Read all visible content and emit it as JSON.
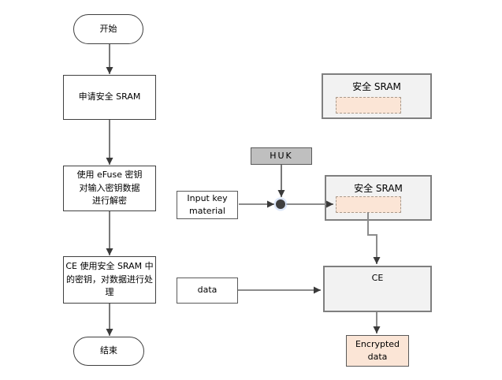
{
  "diagram": {
    "flow": {
      "start": "开始",
      "request_sram": "申请安全 SRAM",
      "decrypt": "使用 eFuse 密钥\n对输入密钥数据\n进行解密",
      "process": "CE 使用安全 SRAM 中\n的密钥，对数据进行处\n理",
      "end": "结束"
    },
    "right": {
      "sram_top_title": "安全 SRAM",
      "huk": "HUK",
      "input_key": "Input key\nmaterial",
      "sram_mid_title": "安全 SRAM",
      "ce": "CE",
      "data": "data",
      "encrypted": "Encrypted\ndata"
    },
    "colors": {
      "peach_fill": "#fbe5d6",
      "panel_fill": "#f2f2f2",
      "huk_fill": "#bfbfbf",
      "panel_border": "#7f7f7f",
      "box_border": "#595959",
      "flow_line": "#404040",
      "connector_line": "#8c8c8c",
      "junction_dot": "#3f3f3f"
    }
  }
}
